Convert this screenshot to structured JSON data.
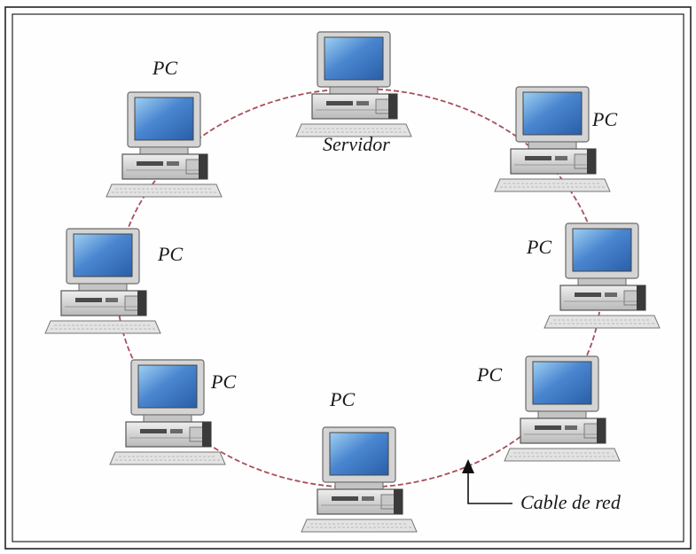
{
  "diagram": {
    "nodes": [
      {
        "id": "server",
        "kind": "server",
        "label": "Servidor"
      },
      {
        "id": "pc-top-right",
        "kind": "pc",
        "label": "PC"
      },
      {
        "id": "pc-right",
        "kind": "pc",
        "label": "PC"
      },
      {
        "id": "pc-bottom-right",
        "kind": "pc",
        "label": "PC"
      },
      {
        "id": "pc-bottom",
        "kind": "pc",
        "label": "PC"
      },
      {
        "id": "pc-bottom-left",
        "kind": "pc",
        "label": "PC"
      },
      {
        "id": "pc-left",
        "kind": "pc",
        "label": "PC"
      },
      {
        "id": "pc-top-left",
        "kind": "pc",
        "label": "PC"
      }
    ],
    "topology": "ring",
    "callout": {
      "label": "Cable de red"
    },
    "colors": {
      "cable": "#a84f5a",
      "screen": "#3f7fcf",
      "case": "#d8d8d8",
      "border": "#222222"
    }
  }
}
